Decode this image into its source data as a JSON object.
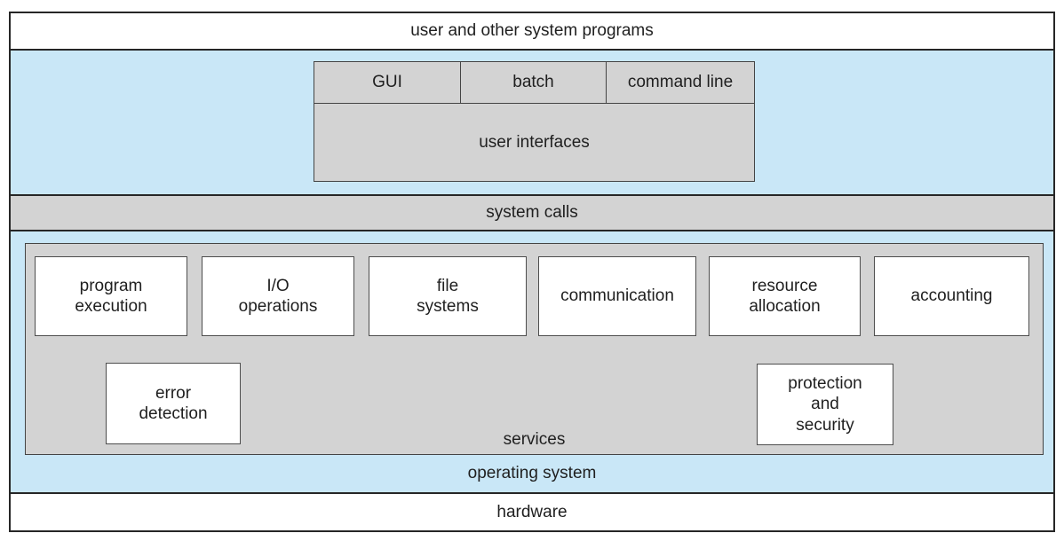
{
  "colors": {
    "band_blue": "#c9e7f7",
    "panel_gray": "#d3d3d3",
    "box_white": "#ffffff",
    "border_dark": "#262626"
  },
  "top_band": {
    "label": "user and other system programs"
  },
  "user_interfaces": {
    "columns": [
      "GUI",
      "batch",
      "command line"
    ],
    "label": "user interfaces"
  },
  "system_calls": {
    "label": "system calls"
  },
  "services": {
    "label": "services",
    "row1": [
      "program\nexecution",
      "I/O\noperations",
      "file\nsystems",
      "communication",
      "resource\nallocation",
      "accounting"
    ],
    "row2": [
      "error\ndetection",
      "protection\nand\nsecurity"
    ]
  },
  "operating_system": {
    "label": "operating system"
  },
  "hardware": {
    "label": "hardware"
  }
}
